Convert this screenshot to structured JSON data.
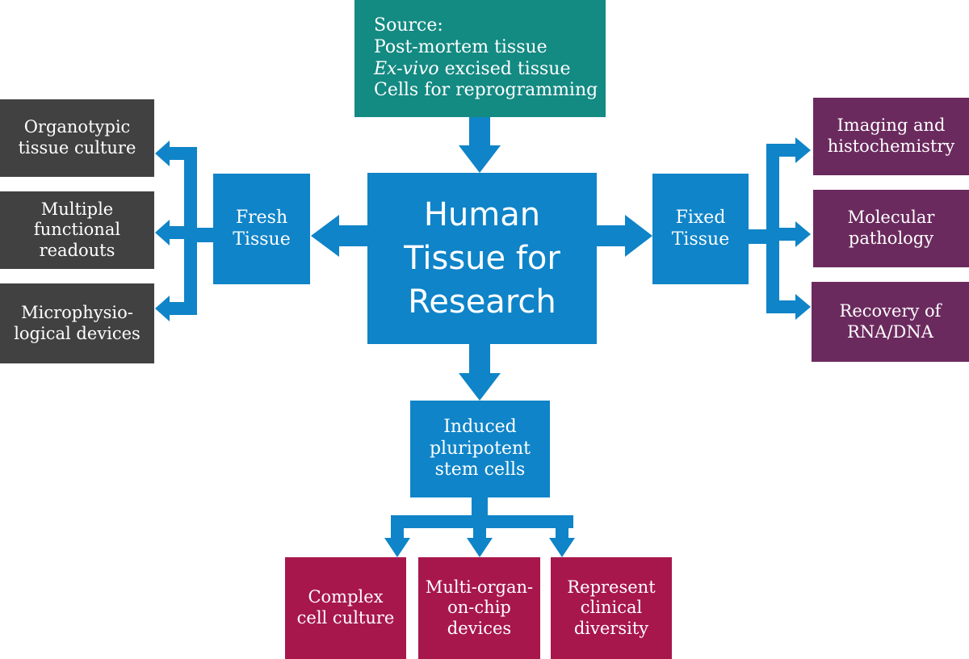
{
  "source": {
    "label": "Source:",
    "line1": "Post-mortem tissue",
    "line2_italic": "Ex-vivo",
    "line2_rest": " excised tissue",
    "line3": "Cells for reprogramming"
  },
  "center": {
    "lines": [
      "Human",
      "Tissue for",
      "Research"
    ]
  },
  "fresh": {
    "lines": [
      "Fresh",
      "Tissue"
    ]
  },
  "fixed": {
    "lines": [
      "Fixed",
      "Tissue"
    ]
  },
  "ipsc": {
    "lines": [
      "Induced",
      "pluripotent",
      "stem cells"
    ]
  },
  "fresh_outputs": [
    {
      "lines": [
        "Organotypic",
        "tissue culture"
      ]
    },
    {
      "lines": [
        "Multiple",
        "functional",
        "readouts"
      ]
    },
    {
      "lines": [
        "Microphysio-",
        "logical devices"
      ]
    }
  ],
  "fixed_outputs": [
    {
      "lines": [
        "Imaging and",
        "histochemistry"
      ]
    },
    {
      "lines": [
        "Molecular",
        "pathology"
      ]
    },
    {
      "lines": [
        "Recovery of",
        "RNA/DNA"
      ]
    }
  ],
  "ipsc_outputs": [
    {
      "lines": [
        "Complex",
        "cell culture"
      ]
    },
    {
      "lines": [
        "Multi-organ-",
        "on-chip",
        "devices"
      ]
    },
    {
      "lines": [
        "Represent",
        "clinical",
        "diversity"
      ]
    }
  ],
  "colors": {
    "source": "#138a82",
    "blue": "#0f84c8",
    "dark": "#414141",
    "plum": "#6b2a5e",
    "crimson": "#a8174c"
  }
}
